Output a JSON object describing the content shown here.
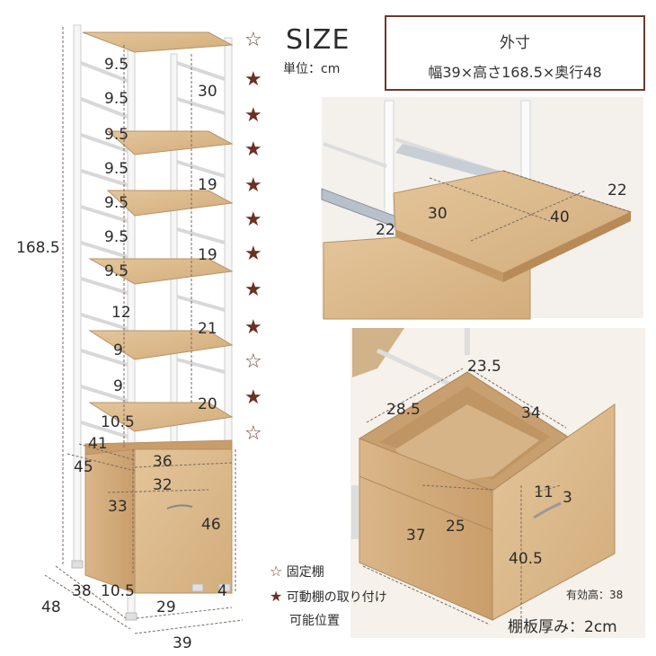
{
  "title": "SIZE",
  "unit": "単位：cm",
  "outer_box": {
    "heading": "外寸",
    "dims": "幅39×高さ168.5×奥行48"
  },
  "rack_dims": {
    "total_height": "168.5",
    "gaps_left": [
      "9.5",
      "9.5",
      "9.5",
      "9.5",
      "9.5",
      "9.5",
      "9.5",
      "12",
      "9",
      "9",
      "10.5"
    ],
    "shelf_spacing": [
      "30",
      "19",
      "19",
      "21",
      "20"
    ],
    "depth_41": "41",
    "depth_45": "45",
    "width_36": "36",
    "width_32": "32",
    "cabinet_33": "33",
    "cabinet_46": "46",
    "bottom_10_5": "10.5",
    "foot_4": "4",
    "depth_38": "38",
    "depth_48": "48",
    "width_29": "29",
    "width_39": "39"
  },
  "slide_shelf": {
    "d22_top": "22",
    "d30": "30",
    "d40": "40",
    "d22_side": "22"
  },
  "drawer": {
    "w23_5": "23.5",
    "d28_5": "28.5",
    "d34": "34",
    "h11": "11",
    "h3": "3",
    "d37": "37",
    "d25": "25",
    "h40_5": "40.5"
  },
  "legend": {
    "fixed_symbol": "☆",
    "fixed_label": "固定棚",
    "movable_symbol": "★",
    "movable_label_1": "可動棚の取り付け",
    "movable_label_2": "可能位置"
  },
  "effective_height": "有効高：38",
  "shelf_thickness": "棚板厚み：2cm",
  "stars": [
    "hollow",
    "filled",
    "filled",
    "filled",
    "filled",
    "filled",
    "filled",
    "filled",
    "filled",
    "hollow",
    "filled",
    "hollow"
  ],
  "colors": {
    "wood": "#d9b888",
    "frame": "#f4f4f4",
    "accent": "#6b3a2e",
    "dim_line": "#7a6a60"
  }
}
